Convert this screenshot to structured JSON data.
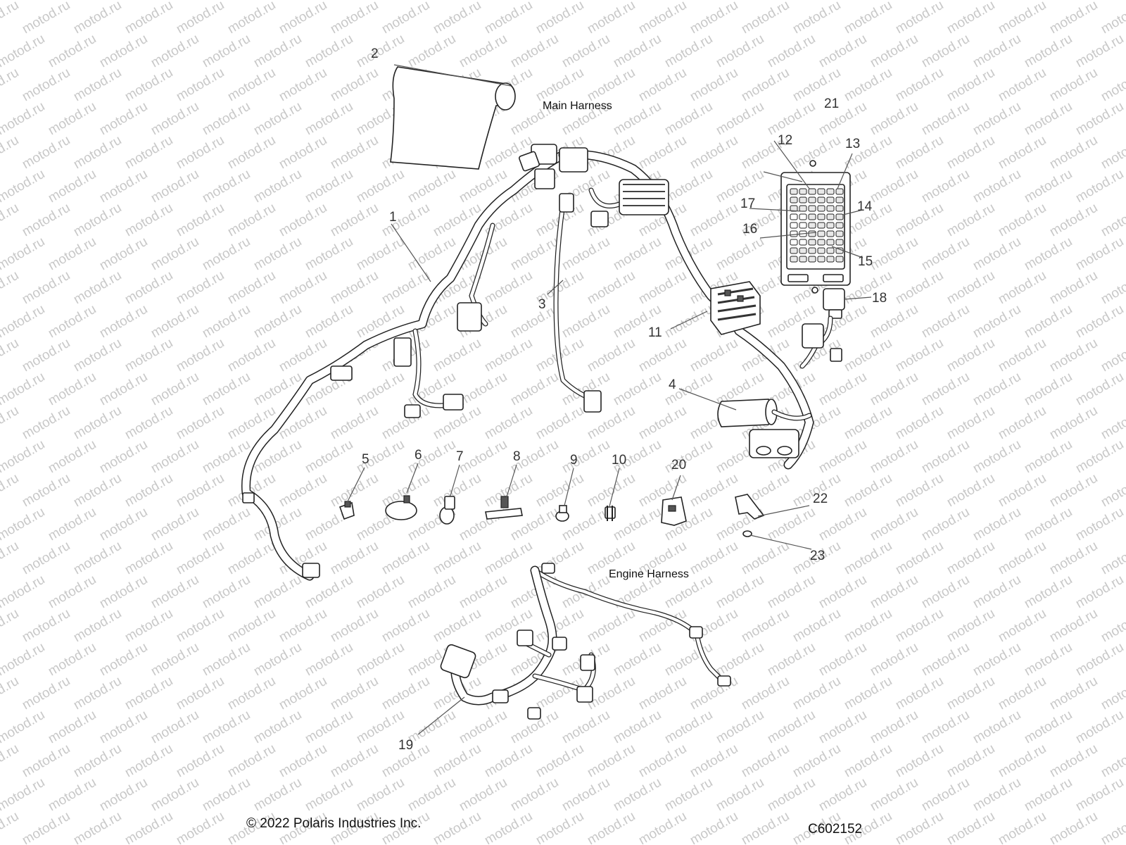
{
  "watermark": "motod.ru",
  "sections": {
    "main_harness": "Main Harness",
    "engine_harness": "Engine Harness"
  },
  "callouts": [
    "1",
    "2",
    "3",
    "4",
    "5",
    "6",
    "7",
    "8",
    "9",
    "10",
    "11",
    "12",
    "13",
    "14",
    "15",
    "16",
    "17",
    "18",
    "19",
    "20",
    "21",
    "22",
    "23"
  ],
  "footer": {
    "copyright": "© 2022 Polaris Industries Inc.",
    "figure_code": "C602152"
  }
}
